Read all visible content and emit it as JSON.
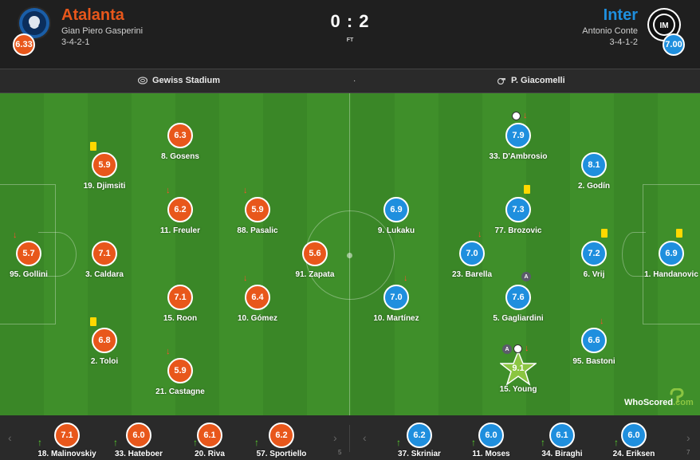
{
  "home": {
    "name": "Atalanta",
    "manager": "Gian Piero Gasperini",
    "formation": "3-4-2-1",
    "rating": "6.33",
    "color": "#e8571b"
  },
  "away": {
    "name": "Inter",
    "manager": "Antonio Conte",
    "formation": "3-4-1-2",
    "rating": "7.00",
    "color": "#1f8fde"
  },
  "score": "0 : 2",
  "status": "FT",
  "stadium": "Gewiss Stadium",
  "referee": "P. Giacomelli",
  "separator": "·",
  "home_players": [
    {
      "label": "95. Gollini",
      "rating": "5.7"
    },
    {
      "label": "3. Caldara",
      "rating": "7.1"
    },
    {
      "label": "19. Djimsiti",
      "rating": "5.9"
    },
    {
      "label": "2. Toloi",
      "rating": "6.8"
    },
    {
      "label": "8. Gosens",
      "rating": "6.3"
    },
    {
      "label": "11. Freuler",
      "rating": "6.2"
    },
    {
      "label": "15. Roon",
      "rating": "7.1"
    },
    {
      "label": "21. Castagne",
      "rating": "5.9"
    },
    {
      "label": "88. Pasalic",
      "rating": "5.9"
    },
    {
      "label": "10. Gómez",
      "rating": "6.4"
    },
    {
      "label": "91. Zapata",
      "rating": "5.6"
    }
  ],
  "away_players": [
    {
      "label": "1. Handanovic",
      "rating": "6.9"
    },
    {
      "label": "2. Godín",
      "rating": "8.1"
    },
    {
      "label": "6. Vrij",
      "rating": "7.2"
    },
    {
      "label": "95. Bastoni",
      "rating": "6.6"
    },
    {
      "label": "33. D'Ambrosio",
      "rating": "7.9"
    },
    {
      "label": "77. Brozovic",
      "rating": "7.3"
    },
    {
      "label": "5. Gagliardini",
      "rating": "7.6"
    },
    {
      "label": "15. Young",
      "rating": "9.1"
    },
    {
      "label": "23. Barella",
      "rating": "7.0"
    },
    {
      "label": "9. Lukaku",
      "rating": "6.9"
    },
    {
      "label": "10. Martínez",
      "rating": "7.0"
    }
  ],
  "home_bench": [
    {
      "label": "18. Malinovskiy",
      "rating": "7.1"
    },
    {
      "label": "33. Hateboer",
      "rating": "6.0"
    },
    {
      "label": "20. Riva",
      "rating": "6.1"
    },
    {
      "label": "57. Sportiello",
      "rating": "6.2"
    }
  ],
  "away_bench": [
    {
      "label": "37. Skriniar",
      "rating": "6.2"
    },
    {
      "label": "11. Moses",
      "rating": "6.0"
    },
    {
      "label": "34. Biraghi",
      "rating": "6.1"
    },
    {
      "label": "24. Eriksen",
      "rating": "6.0"
    }
  ],
  "captain_mark": "A",
  "bench_nav": {
    "prev": "‹",
    "next": "›"
  },
  "bench_tiny": [
    "5",
    "7"
  ],
  "watermark": {
    "text": "WhoScored",
    "suffix": ".com"
  }
}
